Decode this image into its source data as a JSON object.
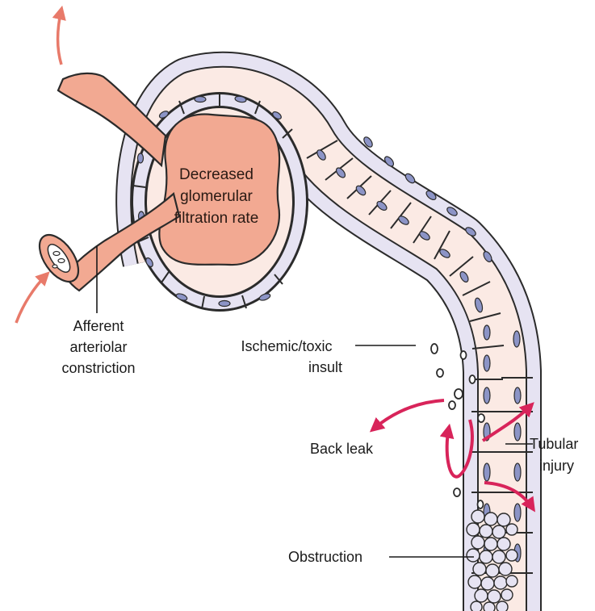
{
  "labels": {
    "glomerulus": {
      "line1": "Decreased",
      "line2": "glomerular",
      "line3": "filtration rate"
    },
    "afferent": {
      "line1": "Afferent",
      "line2": "arteriolar",
      "line3": "constriction"
    },
    "ischemic": {
      "line1": "Ischemic/toxic",
      "line2": "insult"
    },
    "back_leak": "Back leak",
    "tubular": {
      "line1": "Tubular",
      "line2": "injury"
    },
    "obstruction": "Obstruction"
  },
  "colors": {
    "vessel_fill": "#f2a992",
    "tubule_lumen": "#fbeae4",
    "cell_fill": "#e6e3f2",
    "nucleus_fill": "#8c94c6",
    "arrow_flow": "#e87a6a",
    "arrow_leak": "#d8245a"
  }
}
